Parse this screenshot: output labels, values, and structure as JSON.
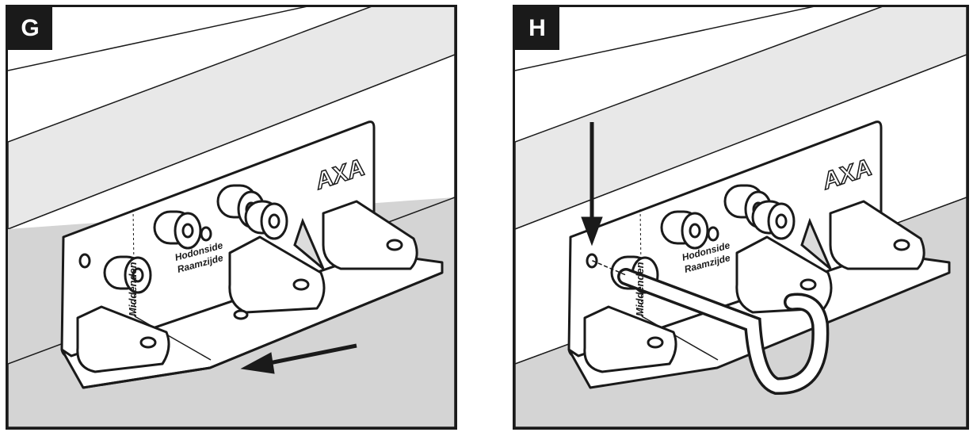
{
  "panels": [
    {
      "step": "G",
      "brand": "AXA",
      "label_side_1": "Middenden",
      "label_side_2a": "Hodonside",
      "label_side_2b": "Raamzijde"
    },
    {
      "step": "H",
      "brand": "AXA",
      "label_side_1": "Middenden",
      "label_side_2a": "Hodonside",
      "label_side_2b": "Raamzijde"
    }
  ],
  "colors": {
    "wall": "#d4d4d4",
    "frame": "#e8e8e8",
    "outline": "#1a1a1a",
    "badge": "#1a1a1a"
  }
}
